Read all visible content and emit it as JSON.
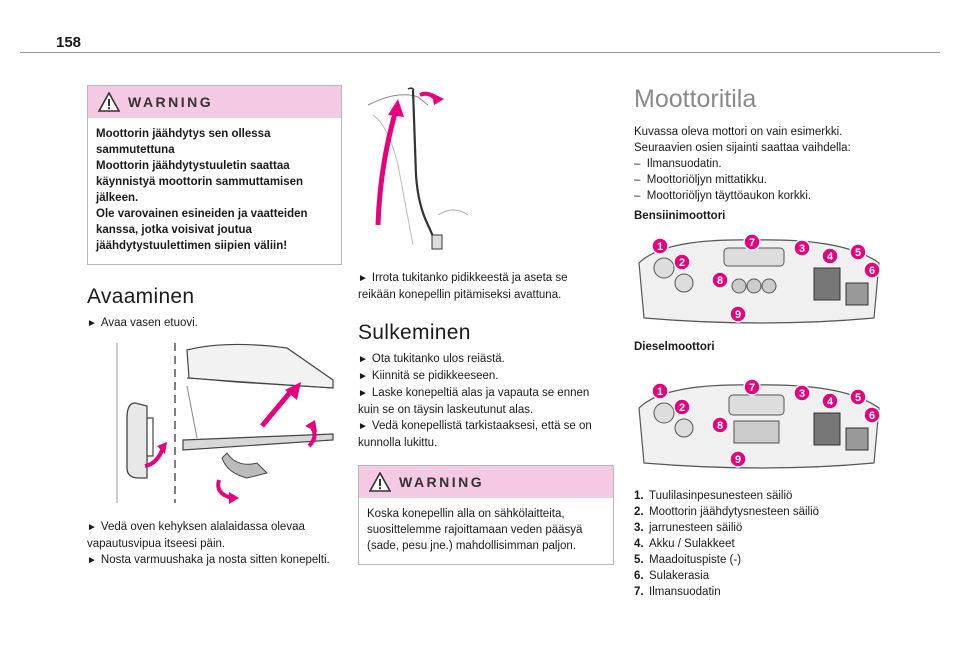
{
  "page": {
    "number": "158"
  },
  "col1": {
    "warning": {
      "label": "WARNING",
      "lines": [
        "Moottorin jäähdytys sen ollessa",
        "sammutettuna",
        "Moottorin jäähdytystuuletin saattaa",
        "käynnistyä moottorin sammuttamisen",
        "jälkeen.",
        "Ole varovainen esineiden ja vaatteiden",
        "kanssa, jotka voisivat joutua",
        "jäähdytystuulettimen siipien väliin!"
      ]
    },
    "opening": {
      "title": "Avaaminen",
      "step1": "Avaa vasen etuovi.",
      "step2_l1": "Vedä oven kehyksen alalaidassa olevaa",
      "step2_l2": "vapautusvipua itseesi päin.",
      "step3": "Nosta varmuushaka ja nosta sitten konepelti."
    }
  },
  "col2": {
    "step_rod_l1": "Irrota tukitanko pidikkeestä ja aseta se",
    "step_rod_l2": "reikään konepellin pitämiseksi avattuna.",
    "closing": {
      "title": "Sulkeminen",
      "s1": "Ota tukitanko ulos reiästä.",
      "s2": "Kiinnitä se pidikkeeseen.",
      "s3_l1": "Laske konepeltiä alas ja vapauta se ennen",
      "s3_l2": "kuin se on täysin laskeutunut alas.",
      "s4_l1": "Vedä konepellistä tarkistaaksesi, että se on",
      "s4_l2": "kunnolla lukittu."
    },
    "warning": {
      "label": "WARNING",
      "lines": [
        "Koska konepellin alla on sähkölaitteita,",
        "suosittelemme rajoittamaan veden pääsyä",
        "(sade, pesu jne.) mahdollisimman paljon."
      ]
    }
  },
  "col3": {
    "title": "Moottoritila",
    "intro_l1": "Kuvassa oleva mottori on vain esimerkki.",
    "intro_l2": "Seuraavien osien sijainti saattaa vaihdella:",
    "dashes": [
      "Ilmansuodatin.",
      "Moottoriöljyn mittatikku.",
      "Moottoriöljyn täyttöaukon korkki."
    ],
    "petrol": "Bensiinimoottori",
    "diesel": "Dieselmoottori",
    "legend": [
      {
        "n": "1.",
        "t": "Tuulilasinpesunesteen säiliö"
      },
      {
        "n": "2.",
        "t": "Moottorin jäähdytysnesteen säiliö"
      },
      {
        "n": "3.",
        "t": "jarrunesteen säiliö"
      },
      {
        "n": "4.",
        "t": "Akku / Sulakkeet"
      },
      {
        "n": "5.",
        "t": "Maadoituspiste (-)"
      },
      {
        "n": "6.",
        "t": "Sulakerasia"
      },
      {
        "n": "7.",
        "t": "Ilmansuodatin"
      }
    ],
    "markers": [
      "1",
      "2",
      "3",
      "4",
      "5",
      "6",
      "7",
      "8",
      "9"
    ]
  },
  "colors": {
    "accent": "#e5007e",
    "warning_bg": "#f4c9e4",
    "title_gray": "#8a8a8a"
  },
  "icons": [
    "warning-triangle-icon",
    "arrow-bullet-icon"
  ]
}
